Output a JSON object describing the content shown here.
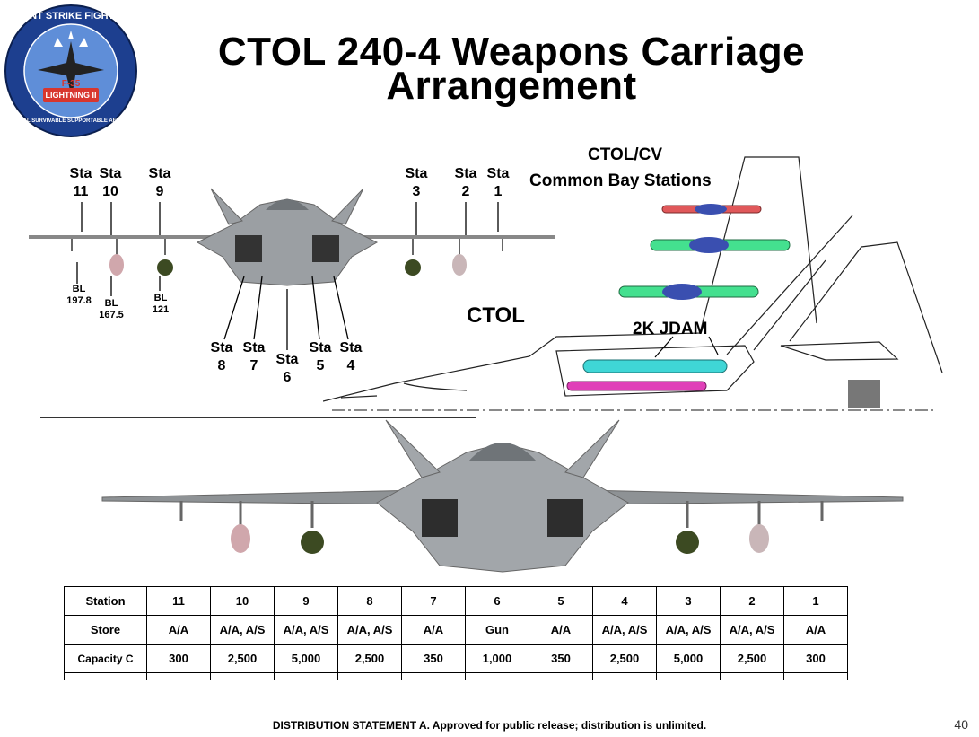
{
  "logo": {
    "top_text": "JOINT STRIKE FIGHTER",
    "model": "F-35",
    "name": "LIGHTNING II",
    "ring_text": "LETHAL  SURVIVABLE  SUPPORTABLE  AFFORDABLE"
  },
  "title": {
    "line1": "CTOL 240-4 Weapons Carriage",
    "line2": "Arrangement"
  },
  "stations_top": [
    {
      "label": "Sta",
      "num": "11"
    },
    {
      "label": "Sta",
      "num": "10"
    },
    {
      "label": "Sta",
      "num": "9"
    },
    {
      "label": "Sta",
      "num": "3"
    },
    {
      "label": "Sta",
      "num": "2"
    },
    {
      "label": "Sta",
      "num": "1"
    }
  ],
  "stations_bottom": [
    {
      "label": "Sta",
      "num": "8"
    },
    {
      "label": "Sta",
      "num": "7"
    },
    {
      "label": "Sta",
      "num": "6"
    },
    {
      "label": "Sta",
      "num": "5"
    },
    {
      "label": "Sta",
      "num": "4"
    }
  ],
  "butt_lines": [
    {
      "label": "BL",
      "value": "197.8"
    },
    {
      "label": "BL",
      "value": "167.5"
    },
    {
      "label": "BL",
      "value": "121"
    }
  ],
  "bay_title": {
    "line1": "CTOL/CV",
    "line2": "Common Bay Stations"
  },
  "ctol_label": "CTOL",
  "jdam_label": "2K JDAM",
  "table": {
    "header": [
      "Station",
      "11",
      "10",
      "9",
      "8",
      "7",
      "6",
      "5",
      "4",
      "3",
      "2",
      "1"
    ],
    "rows": [
      [
        "Store",
        "A/A",
        "A/A, A/S",
        "A/A, A/S",
        "A/A, A/S",
        "A/A",
        "Gun",
        "A/A",
        "A/A, A/S",
        "A/A, A/S",
        "A/A, A/S",
        "A/A"
      ],
      [
        "Capacity C",
        "300",
        "2,500",
        "5,000",
        "2,500",
        "350",
        "1,000",
        "350",
        "2,500",
        "5,000",
        "2,500",
        "300"
      ]
    ]
  },
  "footer": "DISTRIBUTION STATEMENT A.  Approved for public release; distribution is unlimited.",
  "page_number": "40",
  "colors": {
    "logo_blue": "#1d3f8f",
    "jet_gray": "#8e9295",
    "missile_red": "#e0585a",
    "missile_green": "#44e08f",
    "missile_cyan": "#3fd6d6",
    "missile_magenta": "#e040b8"
  }
}
